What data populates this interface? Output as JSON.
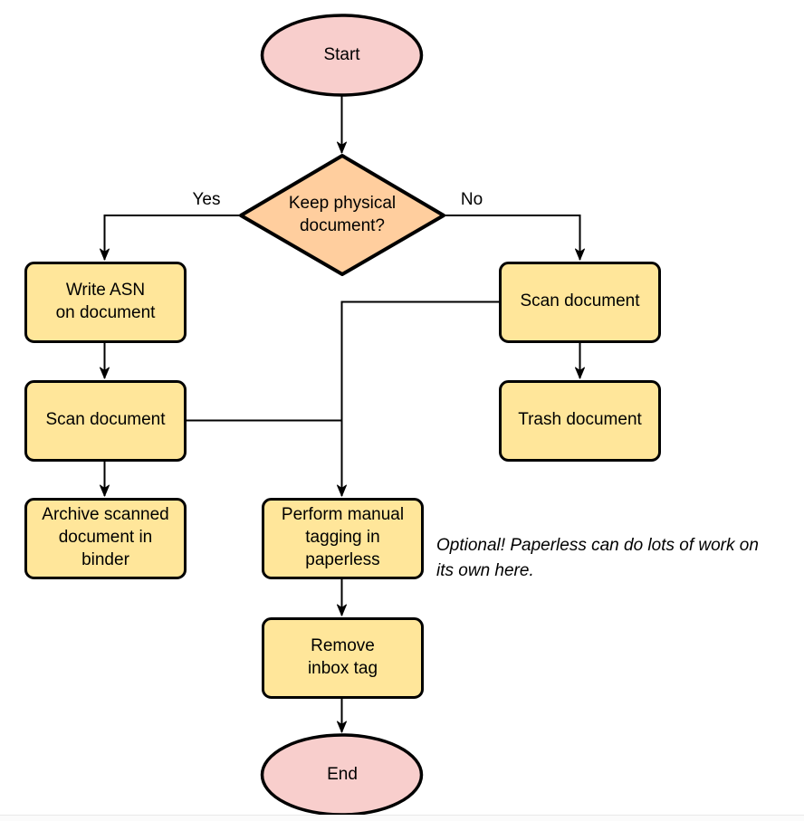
{
  "colors": {
    "terminal_fill": "#f8cecc",
    "decision_fill": "#ffce9e",
    "process_fill": "#ffe69a",
    "stroke": "#000000"
  },
  "nodes": {
    "start": "Start",
    "decision": "Keep physical\ndocument?",
    "write_asn": "Write ASN\non document",
    "scan_left": "Scan document",
    "archive": "Archive scanned\ndocument in\nbinder",
    "scan_right": "Scan document",
    "trash": "Trash document",
    "perform": "Perform manual\ntagging in\npaperless",
    "remove": "Remove\ninbox tag",
    "end": "End"
  },
  "edge_labels": {
    "yes": "Yes",
    "no": "No"
  },
  "note": "Optional! Paperless can do lots of work on\nits own here."
}
